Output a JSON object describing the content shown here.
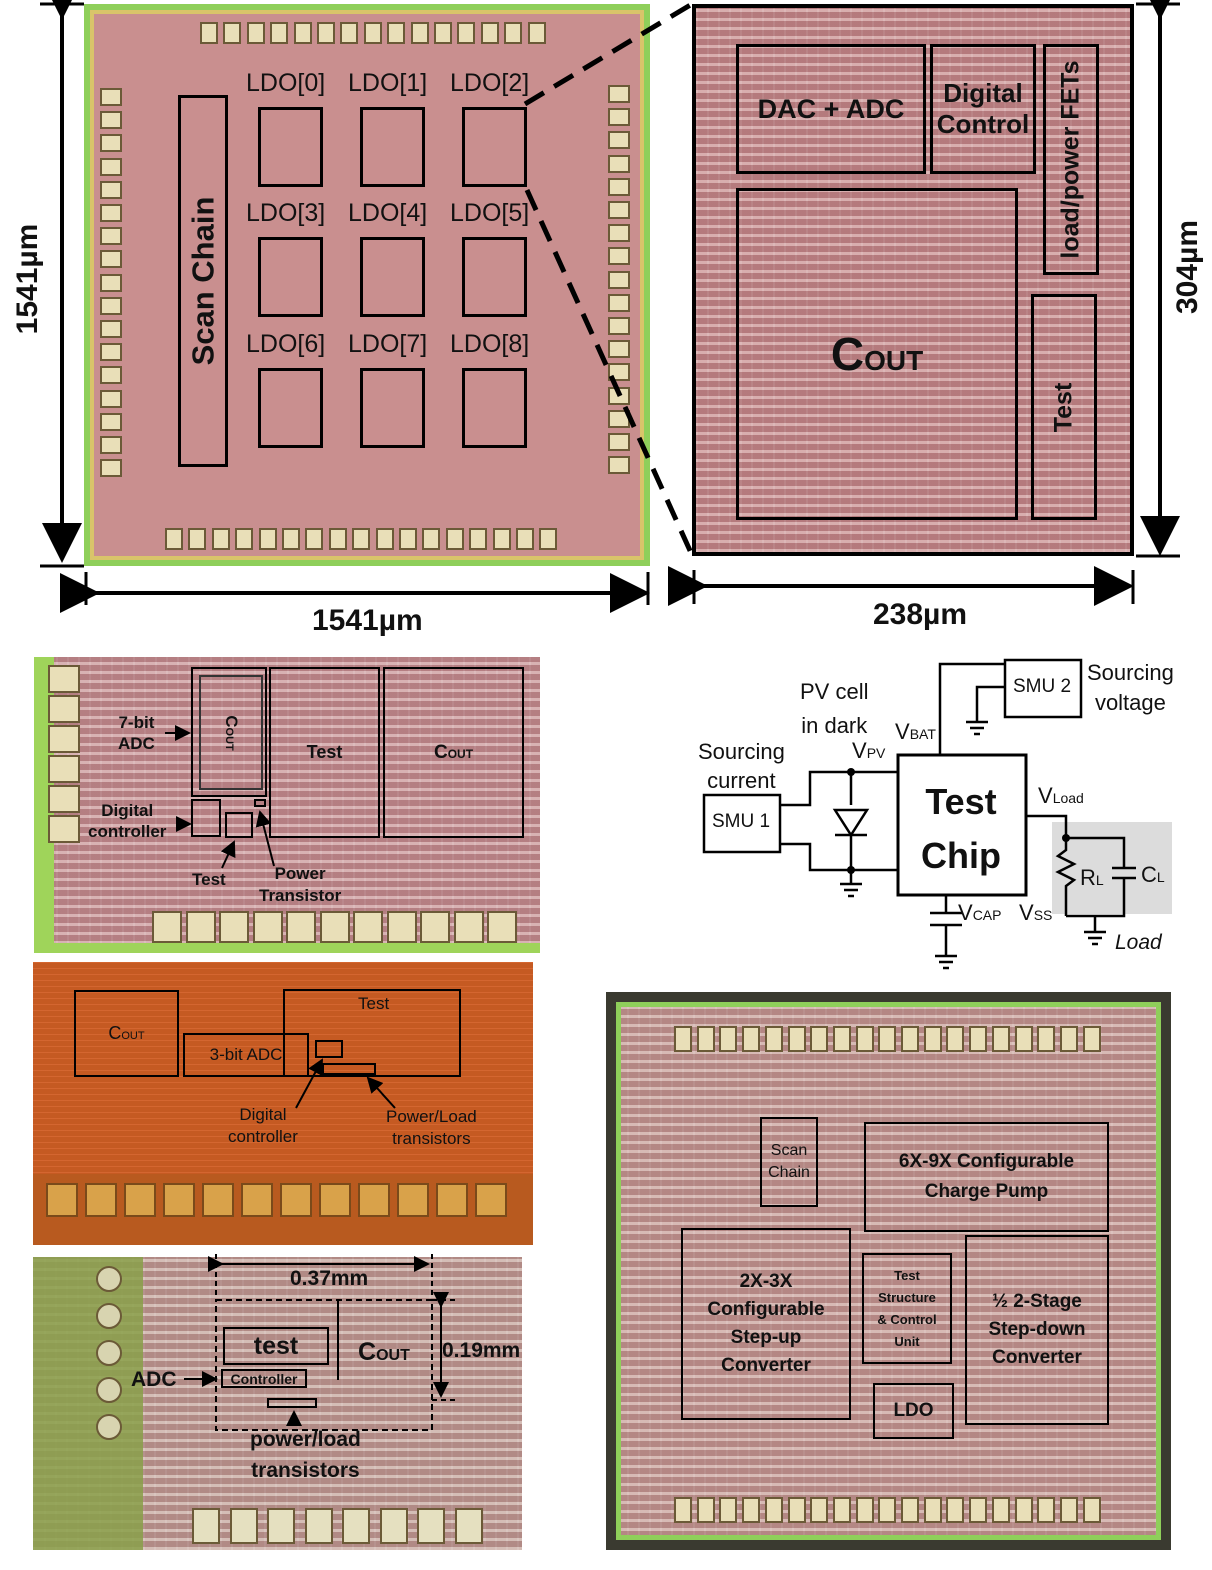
{
  "figure1": {
    "chip_labels": {
      "scan_chain": "Scan Chain",
      "ldo": [
        "LDO[0]",
        "LDO[1]",
        "LDO[2]",
        "LDO[3]",
        "LDO[4]",
        "LDO[5]",
        "LDO[6]",
        "LDO[7]",
        "LDO[8]"
      ]
    },
    "dims": {
      "height": "1541µm",
      "width": "1541µm"
    },
    "zoom": {
      "dac_adc": "DAC + ADC",
      "digital": "Digital",
      "control": "Control",
      "load_fets": "load/power FETs",
      "cout_main": "C",
      "cout_sub": "OUT",
      "test": "Test",
      "height": "304µm",
      "width": "238µm"
    }
  },
  "figure2": {
    "adc": [
      "7-bit",
      "ADC"
    ],
    "cout_main": "C",
    "cout_sub": "OUT",
    "test": "Test",
    "digital": [
      "Digital",
      "controller"
    ],
    "test_arrow": "Test",
    "power": [
      "Power",
      "Transistor"
    ]
  },
  "figure3": {
    "cout_main": "C",
    "cout_sub": "OUT",
    "test": "Test",
    "adc": "3-bit ADC",
    "digital": [
      "Digital",
      "controller"
    ],
    "power": [
      "Power/Load",
      "transistors"
    ]
  },
  "figure4": {
    "width": "0.37mm",
    "height": "0.19mm",
    "test": "test",
    "cout_main": "C",
    "cout_sub": "OUT",
    "adc": "ADC",
    "controller": "Controller",
    "power": [
      "power/load",
      "transistors"
    ]
  },
  "schematic": {
    "pv": [
      "PV cell",
      "in dark"
    ],
    "sourcing_current": [
      "Sourcing",
      "current"
    ],
    "smu1": "SMU 1",
    "smu2": "SMU 2",
    "sourcing_voltage": [
      "Sourcing",
      "voltage"
    ],
    "test_chip": [
      "Test",
      "Chip"
    ],
    "v_main": "V",
    "pv_sub": "PV",
    "bat_sub": "BAT",
    "load_sub": "Load",
    "cap_sub": "CAP",
    "ss_sub": "SS",
    "r_main": "R",
    "c_main": "C",
    "l_sub": "L",
    "load": "Load"
  },
  "figure5": {
    "scan": [
      "Scan",
      "Chain"
    ],
    "pump": [
      "6X-9X Configurable",
      "Charge Pump"
    ],
    "stepup": [
      "2X-3X",
      "Configurable",
      "Step-up",
      "Converter"
    ],
    "test": [
      "Test",
      "Structure",
      "& Control",
      "Unit"
    ],
    "stepdown": [
      "½ 2-Stage",
      "Step-down",
      "Converter"
    ],
    "ldo": "LDO"
  },
  "colors": {
    "die_pink": "#c98f8f",
    "die_orange": "#c55a22",
    "die_rose": "#c89a92",
    "pad_gold": "#e9dfb8",
    "guard_green": "#9fd45a"
  }
}
